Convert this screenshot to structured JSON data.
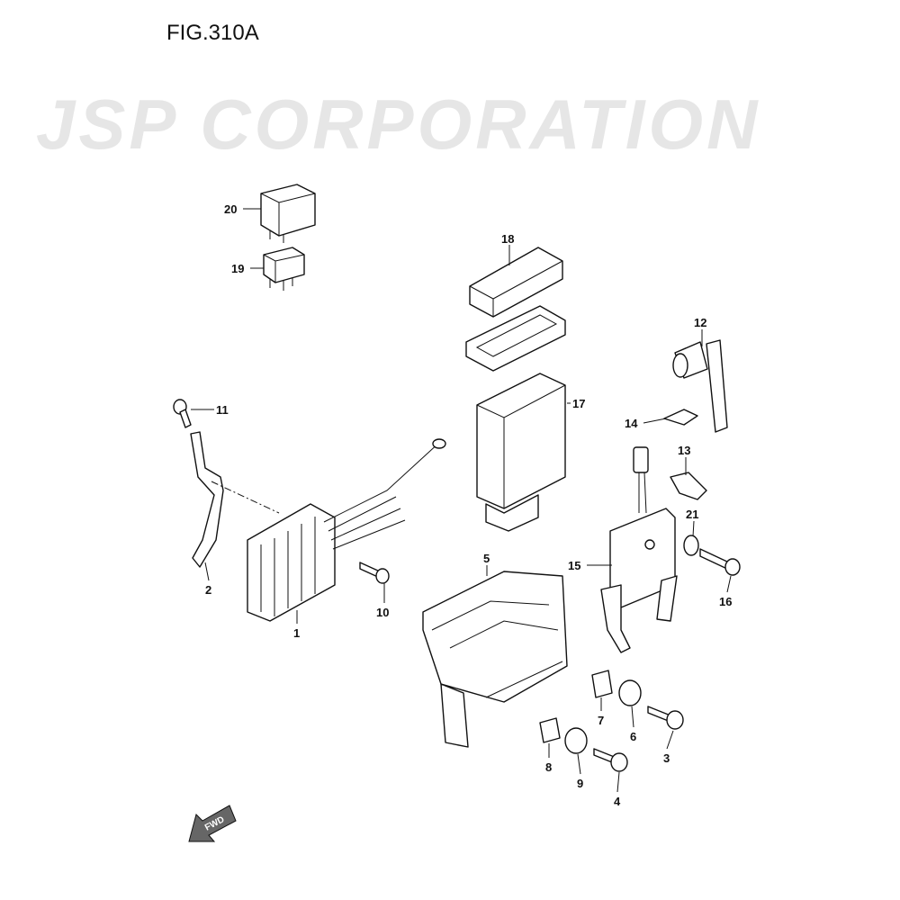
{
  "figure": {
    "title": "FIG.310A"
  },
  "watermark": {
    "text": "JSP CORPORATION"
  },
  "fwd_arrow": {
    "label": "FWD"
  },
  "callouts": {
    "c1": "1",
    "c2": "2",
    "c3": "3",
    "c4": "4",
    "c5": "5",
    "c6": "6",
    "c7": "7",
    "c8": "8",
    "c9": "9",
    "c10": "10",
    "c11": "11",
    "c12": "12",
    "c13": "13",
    "c14": "14",
    "c15": "15",
    "c16": "16",
    "c17": "17",
    "c18": "18",
    "c19": "19",
    "c20": "20",
    "c21": "21"
  }
}
